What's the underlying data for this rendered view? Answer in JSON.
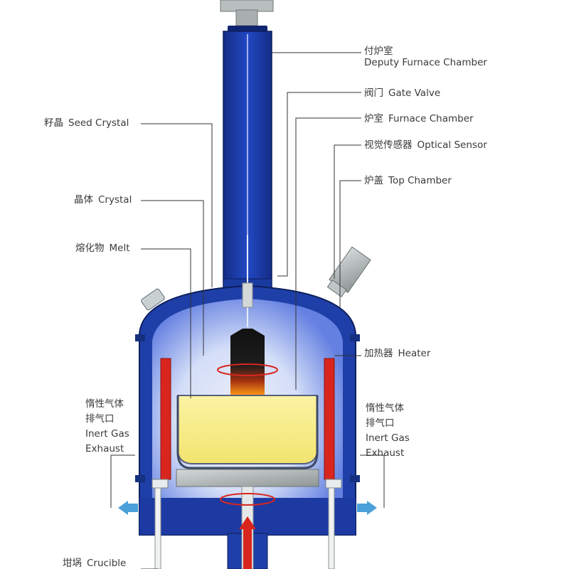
{
  "labels": {
    "deputy_chamber": {
      "zh": "付炉室",
      "en": "Deputy Furnace Chamber"
    },
    "gate_valve": {
      "zh": "阀门",
      "en": "Gate Valve"
    },
    "furnace_chamber": {
      "zh": "炉室",
      "en": "Furnace Chamber"
    },
    "optical_sensor": {
      "zh": "视觉传感器",
      "en": "Optical Sensor"
    },
    "top_chamber": {
      "zh": "炉盖",
      "en": "Top Chamber"
    },
    "seed_crystal": {
      "zh": "籽晶",
      "en": "Seed Crystal"
    },
    "crystal": {
      "zh": "晶体",
      "en": "Crystal"
    },
    "melt": {
      "zh": "熔化物",
      "en": "Melt"
    },
    "heater": {
      "zh": "加热器",
      "en": "Heater"
    },
    "exhaust_left": {
      "zh1": "惰性气体",
      "zh2": "排气口",
      "en1": "Inert Gas",
      "en2": "Exhaust"
    },
    "exhaust_right": {
      "zh1": "惰性气体",
      "zh2": "排气口",
      "en1": "Inert Gas",
      "en2": "Exhaust"
    },
    "crucible": {
      "zh": "坩埚",
      "en": "Crucible"
    }
  },
  "colors": {
    "furnace_blue": "#1f3fa8",
    "furnace_dark": "#122a7a",
    "melt_yellow": "#f6ec8a",
    "heater_red": "#d8261e",
    "leader_line": "#333333"
  }
}
